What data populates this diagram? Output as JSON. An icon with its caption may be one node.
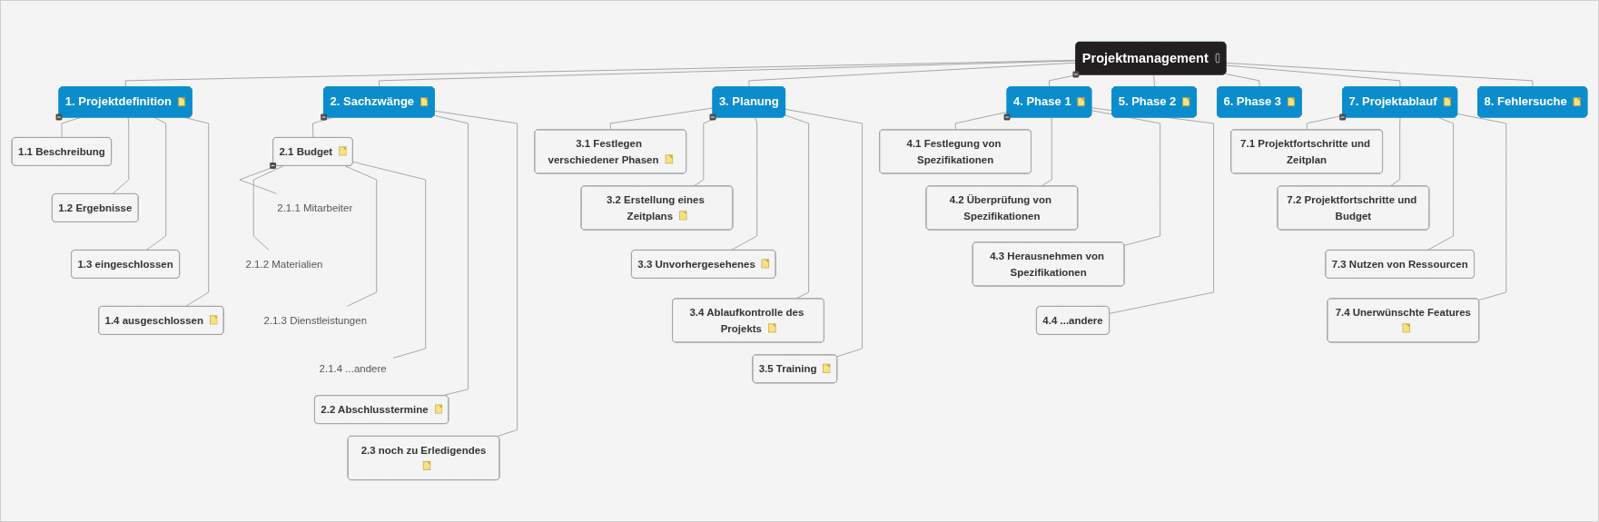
{
  "diagram": {
    "nodes": [
      {
        "text": [
          "Projektmanagement"
        ]
      },
      {
        "text": [
          "1. Projektdefinition"
        ]
      },
      {
        "text": [
          "1.1 Beschreibung"
        ]
      },
      {
        "text": [
          "1.2 Ergebnisse"
        ]
      },
      {
        "text": [
          "1.3 eingeschlossen"
        ]
      },
      {
        "text": [
          "1.4 ausgeschlossen"
        ]
      },
      {
        "text": [
          "2. Sachzwänge"
        ]
      },
      {
        "text": [
          "2.1 Budget"
        ]
      },
      {
        "text": [
          "2.1.1 Mitarbeiter"
        ]
      },
      {
        "text": [
          "2.1.2 Materialien"
        ]
      },
      {
        "text": [
          "2.1.3 Dienstleistungen"
        ]
      },
      {
        "text": [
          "2.1.4 ...andere"
        ]
      },
      {
        "text": [
          "2.2 Abschlusstermine"
        ]
      },
      {
        "text": [
          "2.3 noch zu Erledigendes"
        ]
      },
      {
        "text": [
          "3. Planung"
        ]
      },
      {
        "text": [
          "3.1 Festlegen verschiedener Phasen"
        ]
      },
      {
        "text": [
          "3.2 Erstellung eines Zeitplans"
        ]
      },
      {
        "text": [
          "3.3 Unvorhergesehenes"
        ]
      },
      {
        "text": [
          "3.4 Ablaufkontrolle des Projekts"
        ]
      },
      {
        "text": [
          "3.5 Training"
        ]
      },
      {
        "text": [
          "4. Phase 1"
        ]
      },
      {
        "text": [
          "4.1 Festlegung von Spezifikationen"
        ]
      },
      {
        "text": [
          "4.2 Überprüfung von Spezifikationen"
        ]
      },
      {
        "text": [
          "4.3 Herausnehmen von Spezifikationen"
        ]
      },
      {
        "text": [
          "4.4 ...andere"
        ]
      },
      {
        "text": [
          "5. Phase 2"
        ]
      },
      {
        "text": [
          "6. Phase 3"
        ]
      },
      {
        "text": [
          "7. Projektablauf"
        ]
      },
      {
        "text": [
          "7.1 Projektfortschritte und Zeitplan"
        ]
      },
      {
        "text": [
          "7.2 Projektfortschritte und Budget"
        ]
      },
      {
        "text": [
          "7.3 Nutzen von Ressourcen"
        ]
      },
      {
        "text": [
          "7.4 Unerwünschte Features"
        ]
      },
      {
        "text": [
          "8. Fehlersuche"
        ]
      }
    ],
    "edges": [
      {
        "from": 0,
        "to": 1,
        "arrow": "none"
      },
      {
        "from": 1,
        "to": 2,
        "arrow": "none"
      },
      {
        "from": 1,
        "to": 3,
        "arrow": "none"
      },
      {
        "from": 1,
        "to": 4,
        "arrow": "none"
      },
      {
        "from": 1,
        "to": 5,
        "arrow": "none"
      },
      {
        "from": 0,
        "to": 6,
        "arrow": "none"
      },
      {
        "from": 6,
        "to": 7,
        "arrow": "none"
      },
      {
        "from": 7,
        "to": 8,
        "arrow": "none"
      },
      {
        "from": 7,
        "to": 9,
        "arrow": "none"
      },
      {
        "from": 7,
        "to": 10,
        "arrow": "none"
      },
      {
        "from": 7,
        "to": 11,
        "arrow": "none"
      },
      {
        "from": 6,
        "to": 12,
        "arrow": "none"
      },
      {
        "from": 6,
        "to": 13,
        "arrow": "none"
      },
      {
        "from": 0,
        "to": 14,
        "arrow": "none"
      },
      {
        "from": 14,
        "to": 15,
        "arrow": "none"
      },
      {
        "from": 14,
        "to": 16,
        "arrow": "none"
      },
      {
        "from": 14,
        "to": 17,
        "arrow": "none"
      },
      {
        "from": 14,
        "to": 18,
        "arrow": "none"
      },
      {
        "from": 14,
        "to": 19,
        "arrow": "none"
      },
      {
        "from": 0,
        "to": 20,
        "arrow": "none"
      },
      {
        "from": 20,
        "to": 21,
        "arrow": "none"
      },
      {
        "from": 20,
        "to": 22,
        "arrow": "none"
      },
      {
        "from": 20,
        "to": 23,
        "arrow": "none"
      },
      {
        "from": 20,
        "to": 24,
        "arrow": "none"
      },
      {
        "from": 0,
        "to": 25,
        "arrow": "none"
      },
      {
        "from": 0,
        "to": 26,
        "arrow": "none"
      },
      {
        "from": 0,
        "to": 27,
        "arrow": "none"
      },
      {
        "from": 27,
        "to": 28,
        "arrow": "none"
      },
      {
        "from": 27,
        "to": 29,
        "arrow": "none"
      },
      {
        "from": 27,
        "to": 30,
        "arrow": "none"
      },
      {
        "from": 27,
        "to": 31,
        "arrow": "none"
      },
      {
        "from": 0,
        "to": 32,
        "arrow": "none"
      }
    ]
  }
}
